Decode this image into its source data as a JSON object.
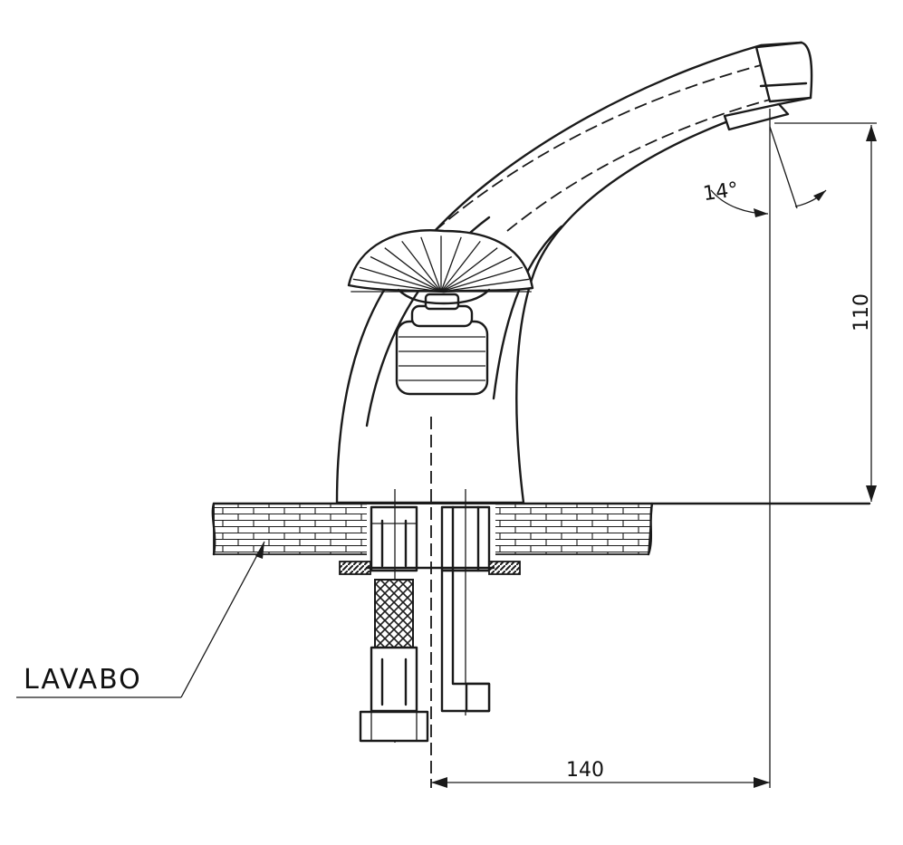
{
  "labels": {
    "surface": "LAVABO"
  },
  "dimensions": {
    "height": "110",
    "reach": "140",
    "spout_angle": "14°"
  },
  "colors": {
    "line": "#1a1a1a",
    "background": "#ffffff",
    "gasket": "#2a2a2a"
  }
}
